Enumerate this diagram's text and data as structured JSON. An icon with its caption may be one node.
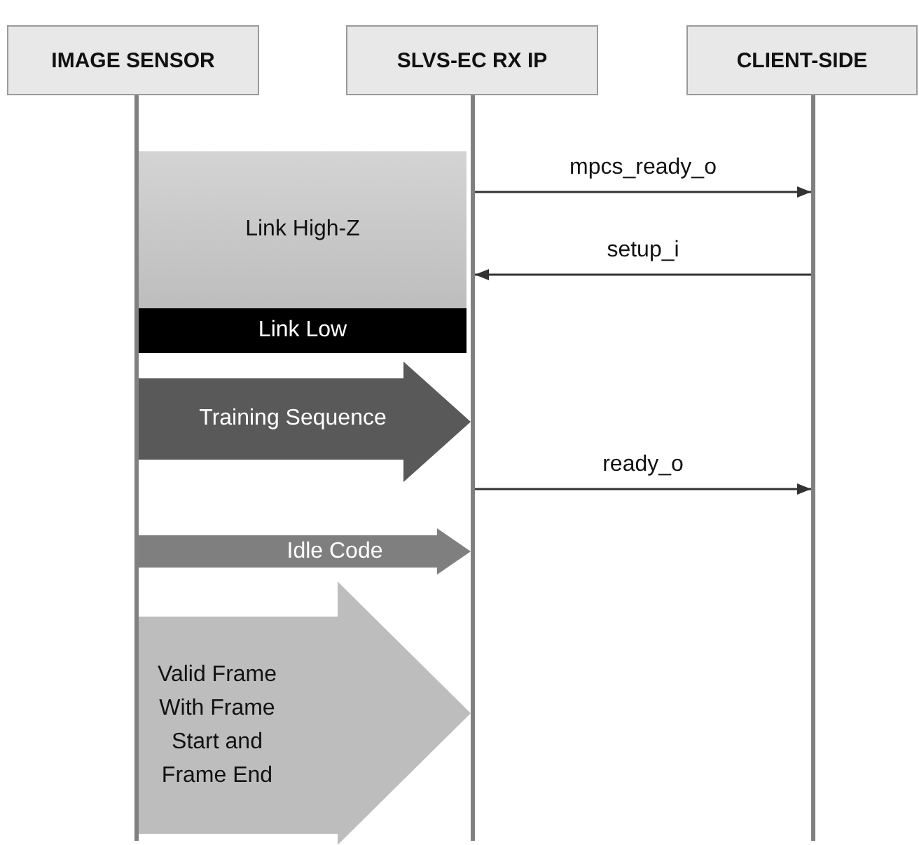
{
  "diagram": {
    "nodes": [
      {
        "text": [
          "IMAGE SENSOR"
        ]
      },
      {
        "text": [
          "SLVS-EC RX IP"
        ]
      },
      {
        "text": [
          "CLIENT-SIDE"
        ]
      },
      {
        "text": [],
        "shape": "bar"
      },
      {
        "text": [],
        "shape": "bar"
      },
      {
        "text": [],
        "shape": "bar"
      },
      {
        "text": [
          "Link High-Z"
        ]
      },
      {
        "text": [
          "Link Low"
        ]
      }
    ],
    "edges": [
      {
        "from": 4,
        "to": 5,
        "arrow": "to",
        "label": "mpcs_ready_o"
      },
      {
        "from": 5,
        "to": 4,
        "arrow": "to",
        "label": "setup_i"
      },
      {
        "from": 3,
        "to": 4,
        "arrow": "to",
        "label": "Training Sequence",
        "style": "thick",
        "color": "#595959"
      },
      {
        "from": 4,
        "to": 5,
        "arrow": "to",
        "label": "ready_o"
      },
      {
        "from": 3,
        "to": 4,
        "arrow": "to",
        "label": "Idle Code",
        "style": "thick",
        "color": "#7f7f7f"
      },
      {
        "from": 3,
        "to": 4,
        "arrow": "to",
        "label": "Valid Frame With Frame Start and Frame End",
        "style": "thick",
        "color": "#bdbdbd"
      }
    ]
  }
}
